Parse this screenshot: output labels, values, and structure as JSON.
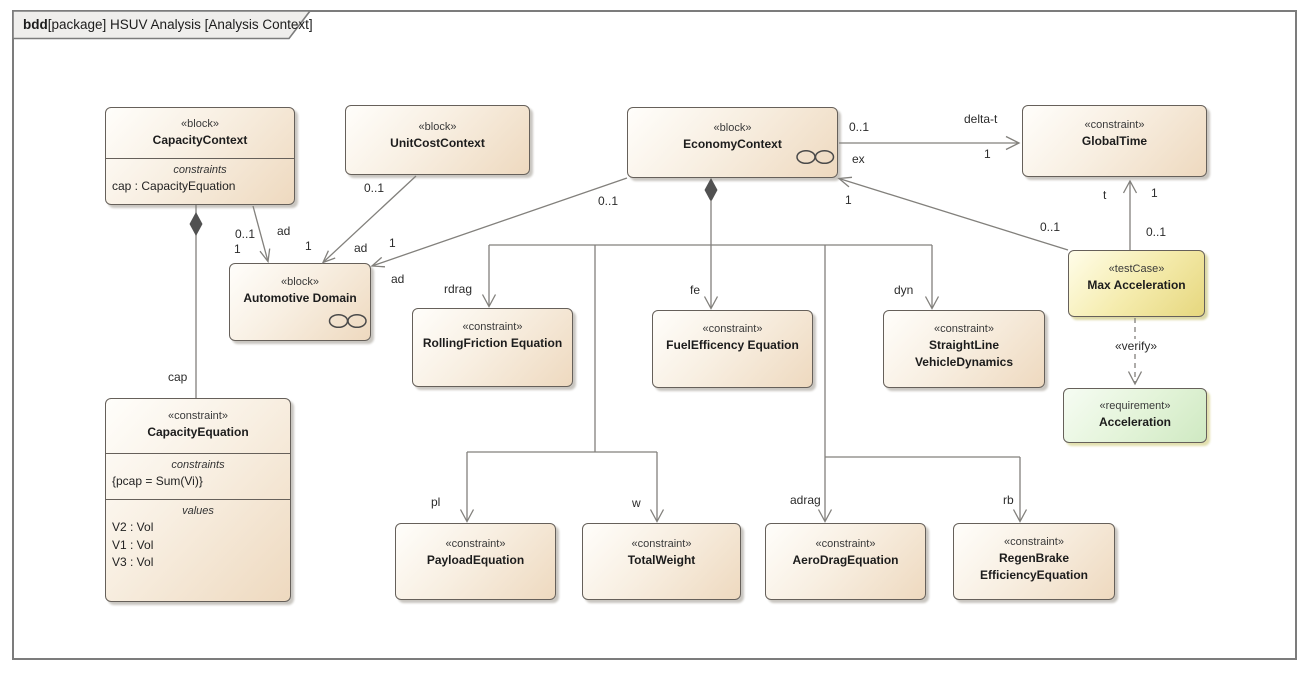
{
  "frame": {
    "tab_bold": "bdd",
    "tab_rest": "[package] HSUV Analysis [Analysis Context]"
  },
  "blocks": {
    "capacity_context": {
      "stereotype": "«block»",
      "name": "CapacityContext",
      "constraints_label": "constraints",
      "constraint_item": "cap : CapacityEquation"
    },
    "unit_cost_context": {
      "stereotype": "«block»",
      "name": "UnitCostContext"
    },
    "economy_context": {
      "stereotype": "«block»",
      "name": "EconomyContext"
    },
    "global_time": {
      "stereotype": "«constraint»",
      "name": "GlobalTime"
    },
    "automotive_domain": {
      "stereotype": "«block»",
      "name": "Automotive Domain"
    },
    "rolling_friction_equation": {
      "stereotype": "«constraint»",
      "name": "RollingFriction Equation"
    },
    "fuel_efficency_equation": {
      "stereotype": "«constraint»",
      "name": "FuelEfficency Equation"
    },
    "straightline_vehicle_dynamics": {
      "stereotype": "«constraint»",
      "name_line1": "StraightLine",
      "name_line2": "VehicleDynamics"
    },
    "max_acceleration": {
      "stereotype": "«testCase»",
      "name": "Max Acceleration"
    },
    "acceleration": {
      "stereotype": "«requirement»",
      "name": "Acceleration"
    },
    "capacity_equation": {
      "stereotype": "«constraint»",
      "name": "CapacityEquation",
      "constraints_label": "constraints",
      "constraint_item": "{pcap = Sum(Vi)}",
      "values_label": "values",
      "values_items": [
        "V2 : Vol",
        "V1 : Vol",
        "V3 : Vol"
      ]
    },
    "payload_equation": {
      "stereotype": "«constraint»",
      "name": "PayloadEquation"
    },
    "total_weight": {
      "stereotype": "«constraint»",
      "name": "TotalWeight"
    },
    "aero_drag_equation": {
      "stereotype": "«constraint»",
      "name": "AeroDragEquation"
    },
    "regen_brake_efficiency_equation": {
      "stereotype": "«constraint»",
      "name_line1": "RegenBrake",
      "name_line2": "EfficiencyEquation"
    }
  },
  "labels": {
    "mult_0_1": "0..1",
    "mult_1": "1",
    "delta_t": "delta-t",
    "ex": "ex",
    "t": "t",
    "cap": "cap",
    "ad": "ad",
    "rdrag": "rdrag",
    "fe": "fe",
    "dyn": "dyn",
    "pl": "pl",
    "w": "w",
    "adrag": "adrag",
    "rb": "rb",
    "verify": "«verify»"
  },
  "colors": {
    "block_fill_start": "#FFFEFB",
    "block_fill_end": "#EED9BF",
    "testcase_fill_end": "#E6D77E",
    "requirement_fill_end": "#CFE9C2",
    "block_border": "#66605A",
    "connector": "#82807C",
    "diamond_fill": "#515151",
    "frame_border": "#7C7C7C"
  }
}
